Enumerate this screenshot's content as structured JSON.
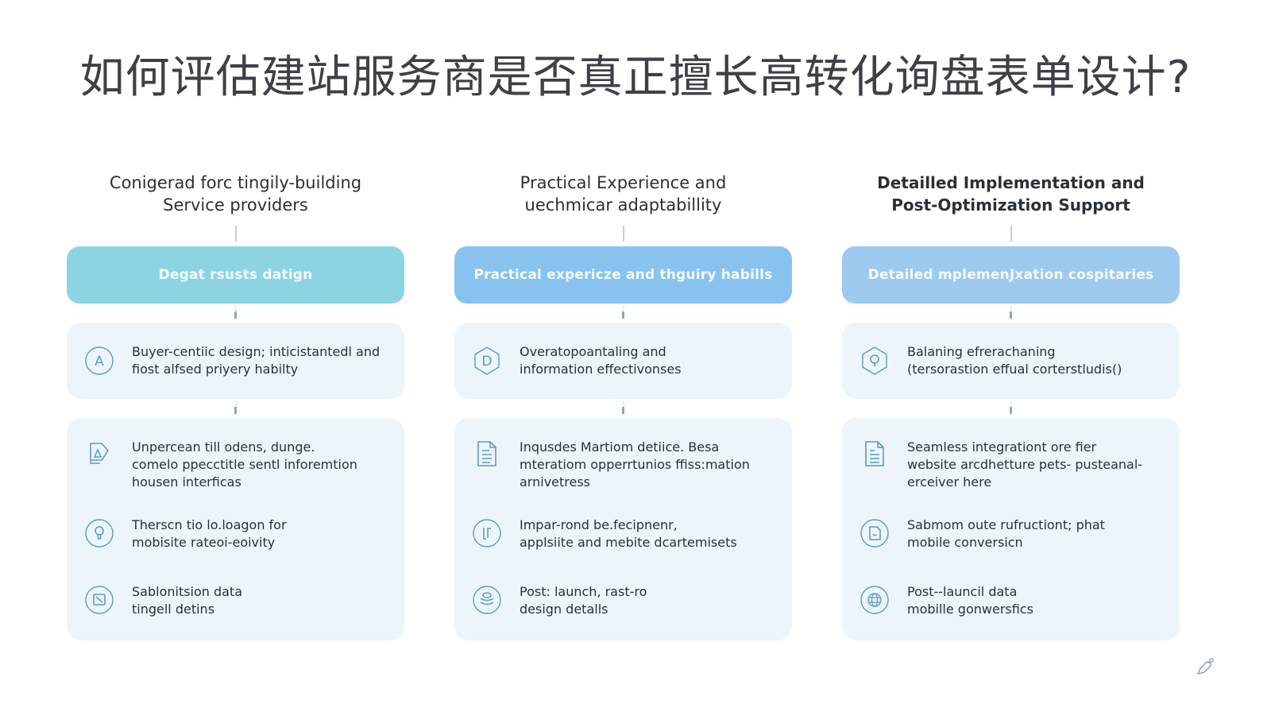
{
  "title": "如何评估建站服务商是否真正擅长高转化询盘表单设计?",
  "theme": {
    "pill_colors": [
      "#8dd4e3",
      "#88c3ef",
      "#9ecaef"
    ],
    "card_background": "#edf5fb",
    "icon_stroke": "#5a9cc0",
    "title_color": "#3d4147"
  },
  "columns": [
    {
      "heading_line1": "Conigerad forc tingily-building",
      "heading_line2": "Service providers",
      "pill_label": "Degat rsusts datign",
      "summary": {
        "icon": "letter-a-circle-icon",
        "line1": "Buyer-centiic design; inticistantedl and",
        "line2": "fiost alfsed priyery habilty"
      },
      "details": [
        {
          "icon": "document-edit-icon",
          "line1": "Unpercean till odens, dunge.",
          "line2": "comelo ppecctitle sentl inforemtion",
          "line3": "housen interficas"
        },
        {
          "icon": "lightbulb-circle-icon",
          "line1": "Therscn tio lo.loagon for",
          "line2": "mobisite rateoi-eoivity"
        },
        {
          "icon": "square-chart-circle-icon",
          "line1": "Sablonitsion data",
          "line2": "tingell detins"
        }
      ]
    },
    {
      "heading_line1": "Practical Experience and",
      "heading_line2": "uechmicar adaptabillity",
      "pill_label": "Practical expericze and thguiry habills",
      "summary": {
        "icon": "letter-d-hexagon-icon",
        "line1": "Overatopoantaling and",
        "line2": "information effectivonses"
      },
      "details": [
        {
          "icon": "document-icon",
          "line1": "Inqusdes Martiom detiice. Besa",
          "line2": "mteratiom opperrtunios ffiss:mation",
          "line3": "arnivetress"
        },
        {
          "icon": "bracket-circle-icon",
          "line1": "Impar-rond be.fecipnenr,",
          "line2": "applsiite and mebite dcartemisets"
        },
        {
          "icon": "database-circle-icon",
          "line1": "Post: launch, rast-ro",
          "line2": "design detalls"
        }
      ]
    },
    {
      "heading_line1": "Detailled Implementation and",
      "heading_line2": "Post-Optimization Support",
      "pill_label": "Detailed mplemenJxation cospitaries",
      "summary": {
        "icon": "location-pin-hexagon-icon",
        "line1": "Balaning efrerachaning",
        "line2": "(tersorastion effual corterstludis()"
      },
      "details": [
        {
          "icon": "document-icon",
          "line1": "Seamless integrationt ore fier",
          "line2": "website arcdhetture pets- pusteanal-",
          "line3": "erceiver here"
        },
        {
          "icon": "file-circle-icon",
          "line1": "Sabmom oute rufructiont; phat",
          "line2": "mobile conversicn"
        },
        {
          "icon": "globe-circle-icon",
          "line1": "Post--launcil data",
          "line2": "mobille gonwersfics"
        }
      ]
    }
  ],
  "corner_icon": "sparkle-pen-icon"
}
